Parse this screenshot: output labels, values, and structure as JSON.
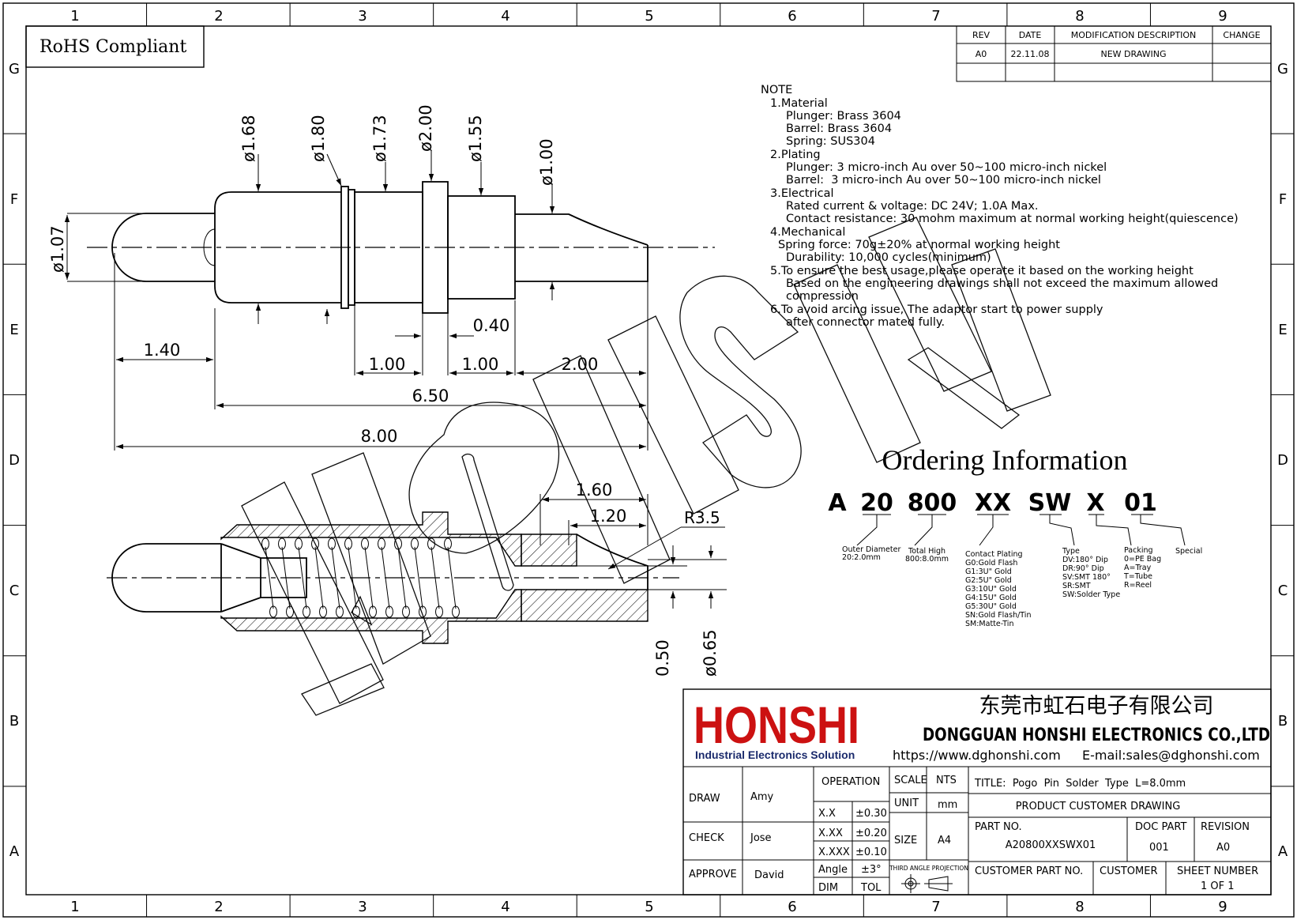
{
  "border": {
    "columns": [
      "1",
      "2",
      "3",
      "4",
      "5",
      "6",
      "7",
      "8",
      "9"
    ],
    "rows": [
      "G",
      "F",
      "E",
      "D",
      "C",
      "B",
      "A"
    ]
  },
  "rohs": "RoHS Compliant",
  "revision_table": {
    "headers": [
      "REV",
      "DATE",
      "MODIFICATION DESCRIPTION",
      "CHANGE"
    ],
    "rows": [
      [
        "A0",
        "22.11.08",
        "NEW DRAWING",
        ""
      ],
      [
        "",
        "",
        "",
        ""
      ]
    ]
  },
  "notes": [
    "NOTE",
    "1.Material",
    "Plunger: Brass 3604",
    "Barrel: Brass 3604",
    "Spring: SUS304",
    "2.Plating",
    "Plunger: 3 micro-inch Au over 50~100 micro-inch nickel",
    "Barrel:  3 micro-inch Au over 50~100 micro-inch nickel",
    "3.Electrical",
    "Rated current & voltage: DC 24V; 1.0A Max.",
    "Contact resistance: 30 mohm maximum at normal working height(quiescence)",
    "4.Mechanical",
    "Spring force: 70g±20% at normal working height",
    "Durability: 10,000 cycles(minimum)",
    "5.To ensure the best usage,please operate it based on the working height",
    "Based on the engineering drawings shall not exceed the maximum allowed",
    "compression",
    "6.To avoid arcing issue, The adaptor start to power supply",
    "after connector mated fully."
  ],
  "dimensions": {
    "side_view": {
      "d168": "ø1.68",
      "d180": "ø1.80",
      "d173": "ø1.73",
      "d200": "ø2.00",
      "d155": "ø1.55",
      "d100": "ø1.00",
      "d107": "ø1.07",
      "l140": "1.40",
      "l100a": "1.00",
      "l100b": "1.00",
      "l200": "2.00",
      "l040": "0.40",
      "l650": "6.50",
      "l800": "8.00"
    },
    "section_view": {
      "l160": "1.60",
      "l120": "1.20",
      "r35": "R3.5",
      "l050": "0.50",
      "d065": "ø0.65"
    }
  },
  "ordering": {
    "title": "Ordering Information",
    "codes": [
      "A",
      "20",
      "800",
      "XX",
      "SW",
      "X",
      "01"
    ],
    "labels": {
      "outer": [
        "Outer Diameter",
        "20:2.0mm"
      ],
      "total": [
        "Total High",
        "800:8.0mm"
      ],
      "plating": [
        "Contact Plating",
        "G0:Gold Flash",
        "G1:3U\" Gold",
        "G2:5U\" Gold",
        "G3:10U\" Gold",
        "G4:15U\" Gold",
        "G5:30U\" Gold",
        "SN:Gold Flash/Tin",
        "SM:Matte-Tin"
      ],
      "type": [
        "Type",
        "DV:180° Dip",
        "DR:90° Dip",
        "SV:SMT 180°",
        "SR:SMT",
        "SW:Solder Type"
      ],
      "packing": [
        "Packing",
        "0=PE Bag",
        "A=Tray",
        "T=Tube",
        "R=Reel"
      ],
      "special": [
        "Special"
      ]
    }
  },
  "company": {
    "logo": "HONSHI",
    "tagline": "Industrial Electronics Solution",
    "name_cn": "东莞市虹石电子有限公司",
    "name_en": "DONGGUAN HONSHI ELECTRONICS CO.,LTD",
    "website": "https://www.dghonshi.com",
    "email": "E-mail:sales@dghonshi.com"
  },
  "title_block": {
    "draw_label": "DRAW",
    "draw_name": "Amy",
    "check_label": "CHECK",
    "check_name": "Jose",
    "approve_label": "APPROVE",
    "approve_name": "David",
    "operation": "OPERATION",
    "tol_rows": [
      [
        "X.X",
        "±0.30"
      ],
      [
        "X.XX",
        "±0.20"
      ],
      [
        "X.XXX",
        "±0.10"
      ],
      [
        "Angle",
        "±3°"
      ],
      [
        "DIM",
        "TOL"
      ]
    ],
    "scale_label": "SCALE",
    "scale_value": "NTS",
    "unit_label": "UNIT",
    "unit_value": "mm",
    "size_label": "SIZE",
    "size_value": "A4",
    "projection": "THIRD ANGLE PROJECTION",
    "title": "TITLE:  Pogo  Pin  Solder  Type  L=8.0mm",
    "subtitle": "PRODUCT CUSTOMER DRAWING",
    "part_no_label": "PART NO.",
    "part_no": "A20800XXSWX01",
    "doc_part_label": "DOC PART",
    "doc_part": "001",
    "revision_label": "REVISION",
    "revision": "A0",
    "customer_part_label": "CUSTOMER PART NO.",
    "customer_label": "CUSTOMER",
    "sheet_label": "SHEET NUMBER",
    "sheet_value": "1 OF 1"
  }
}
